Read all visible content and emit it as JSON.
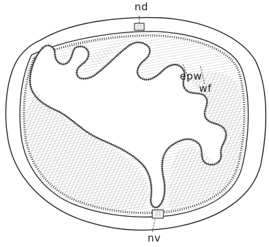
{
  "labels": {
    "nd": "nd",
    "epw": "epw",
    "wf": "wf",
    "nv": "nv"
  },
  "colors": {
    "ink": "#222222",
    "hatch": "#8a8a8a",
    "background": "#ffffff"
  }
}
